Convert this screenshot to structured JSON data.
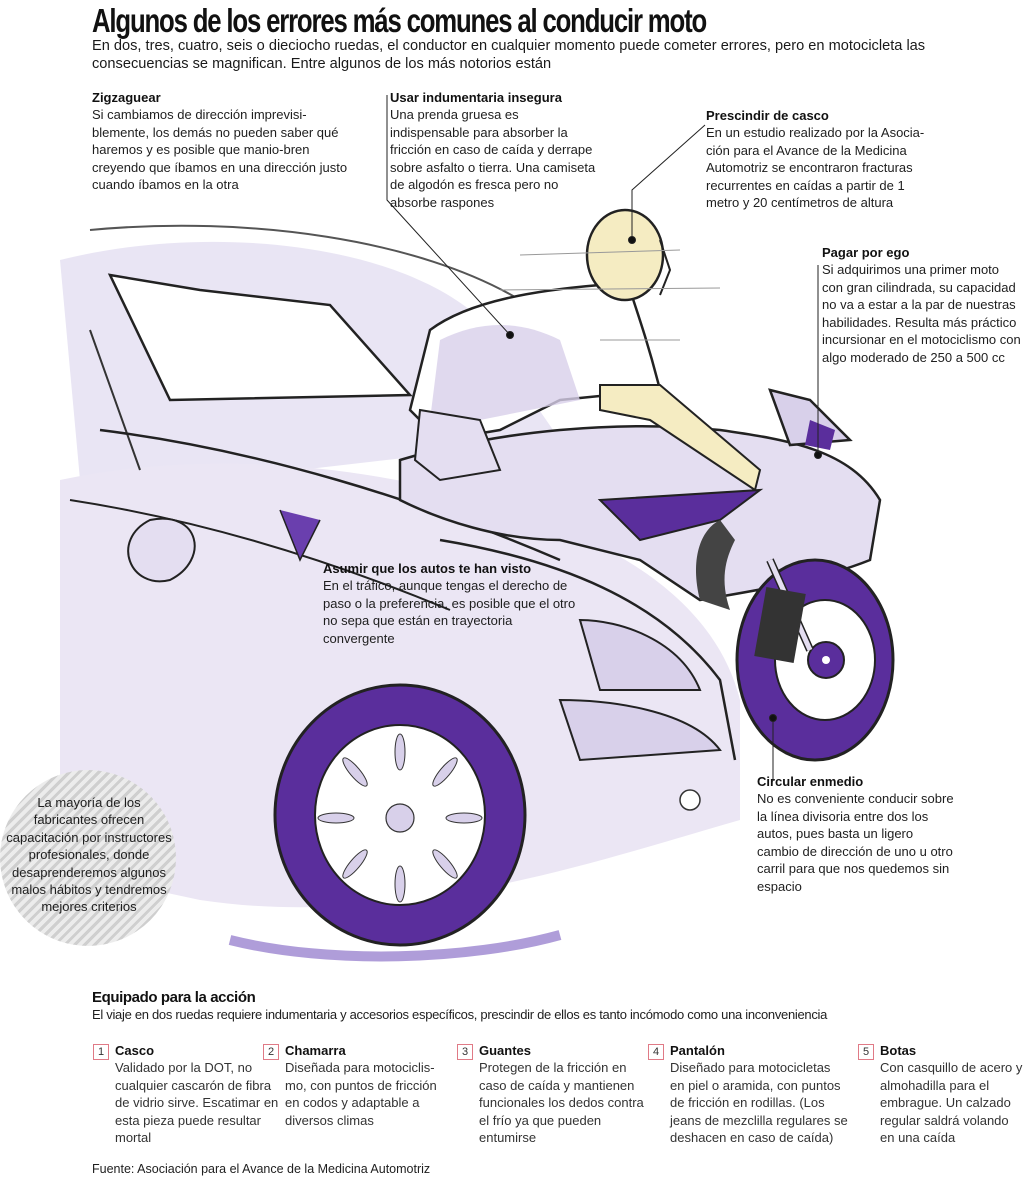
{
  "header": {
    "title": "Algunos de los errores más comunes al conducir moto",
    "subtitle": "En dos, tres, cuatro, seis o dieciocho ruedas, el conductor en cualquier momento puede cometer errores, pero en motocicleta las consecuencias se magnifican. Entre algunos de los más notorios están"
  },
  "callouts": [
    {
      "id": "zigzaguear",
      "title": "Zigzaguear",
      "text": "Si cambiamos de dirección imprevisi-blemente, los demás no pueden saber qué haremos y es posible que manio-bren creyendo que íbamos en una dirección justo cuando íbamos en la otra"
    },
    {
      "id": "indumentaria",
      "title": "Usar indumentaria insegura",
      "text": "Una prenda gruesa es indispensable para absorber la fricción en caso de caída y derrape sobre asfalto o tierra. Una camiseta de algodón es fresca pero no absorbe raspones"
    },
    {
      "id": "casco",
      "title": "Prescindir de casco",
      "text": "En un estudio realizado por la Asocia-ción para el Avance de la Medicina Automotriz se encontraron fracturas recurrentes en caídas a partir de 1 metro y 20 centímetros de altura"
    },
    {
      "id": "ego",
      "title": "Pagar por ego",
      "text": "Si adquirimos una primer moto con gran cilindrada, su capacidad no va a estar a la par de nuestras habilidades. Resulta más práctico incursionar en el motociclismo con algo moderado de 250 a 500 cc"
    },
    {
      "id": "asumir",
      "title": "Asumir que los autos te han visto",
      "text": "En el tráfico, aunque tengas el derecho de paso o la preferencia, es posible que el otro no sepa que están en trayectoria convergente"
    },
    {
      "id": "circular",
      "title": "Circular enmedio",
      "text": "No es conveniente conducir sobre la línea divisoria entre dos los autos, pues basta un ligero cambio de dirección de uno u otro carril para que nos quedemos sin espacio"
    }
  ],
  "tip": {
    "text": "La mayoría de los fabricantes ofrecen capacitación por instructores profesionales, donde desaprenderemos algunos malos hábitos y tendremos  mejores criterios"
  },
  "equipment": {
    "title": "Equipado para la acción",
    "subtitle": "El viaje en dos ruedas requiere indumentaria y accesorios específicos, prescindir de ellos es tanto incómodo como una inconveniencia",
    "items": [
      {
        "number": "1",
        "title": "Casco",
        "text": "Validado por la DOT, no cualquier cascarón de fibra de vidrio sirve. Escatimar en esta pieza puede resultar mortal"
      },
      {
        "number": "2",
        "title": "Chamarra",
        "text": "Diseñada para motociclis-mo, con puntos de fricción en codos y adaptable a diversos climas"
      },
      {
        "number": "3",
        "title": "Guantes",
        "text": "Protegen de la fricción en caso de caída y mantienen funcionales los dedos contra el frío ya que pueden entumirse"
      },
      {
        "number": "4",
        "title": "Pantalón",
        "text": "Diseñado para motocicletas en piel o aramida, con puntos de fricción en rodillas. (Los jeans de mezclilla regulares se deshacen en caso de caída)"
      },
      {
        "number": "5",
        "title": "Botas",
        "text": "Con casquillo de acero y almohadilla para el embrague. Un calzado regular saldrá volando en una caída"
      }
    ]
  },
  "source": "Fuente: Asociación para el Avance de la Medicina Automotriz",
  "colors": {
    "accent_purple": "#5a2e9c",
    "light_purple": "#cfc6e6",
    "skin_yellow": "#f5ecc2",
    "number_box_border": "#e07a86"
  }
}
